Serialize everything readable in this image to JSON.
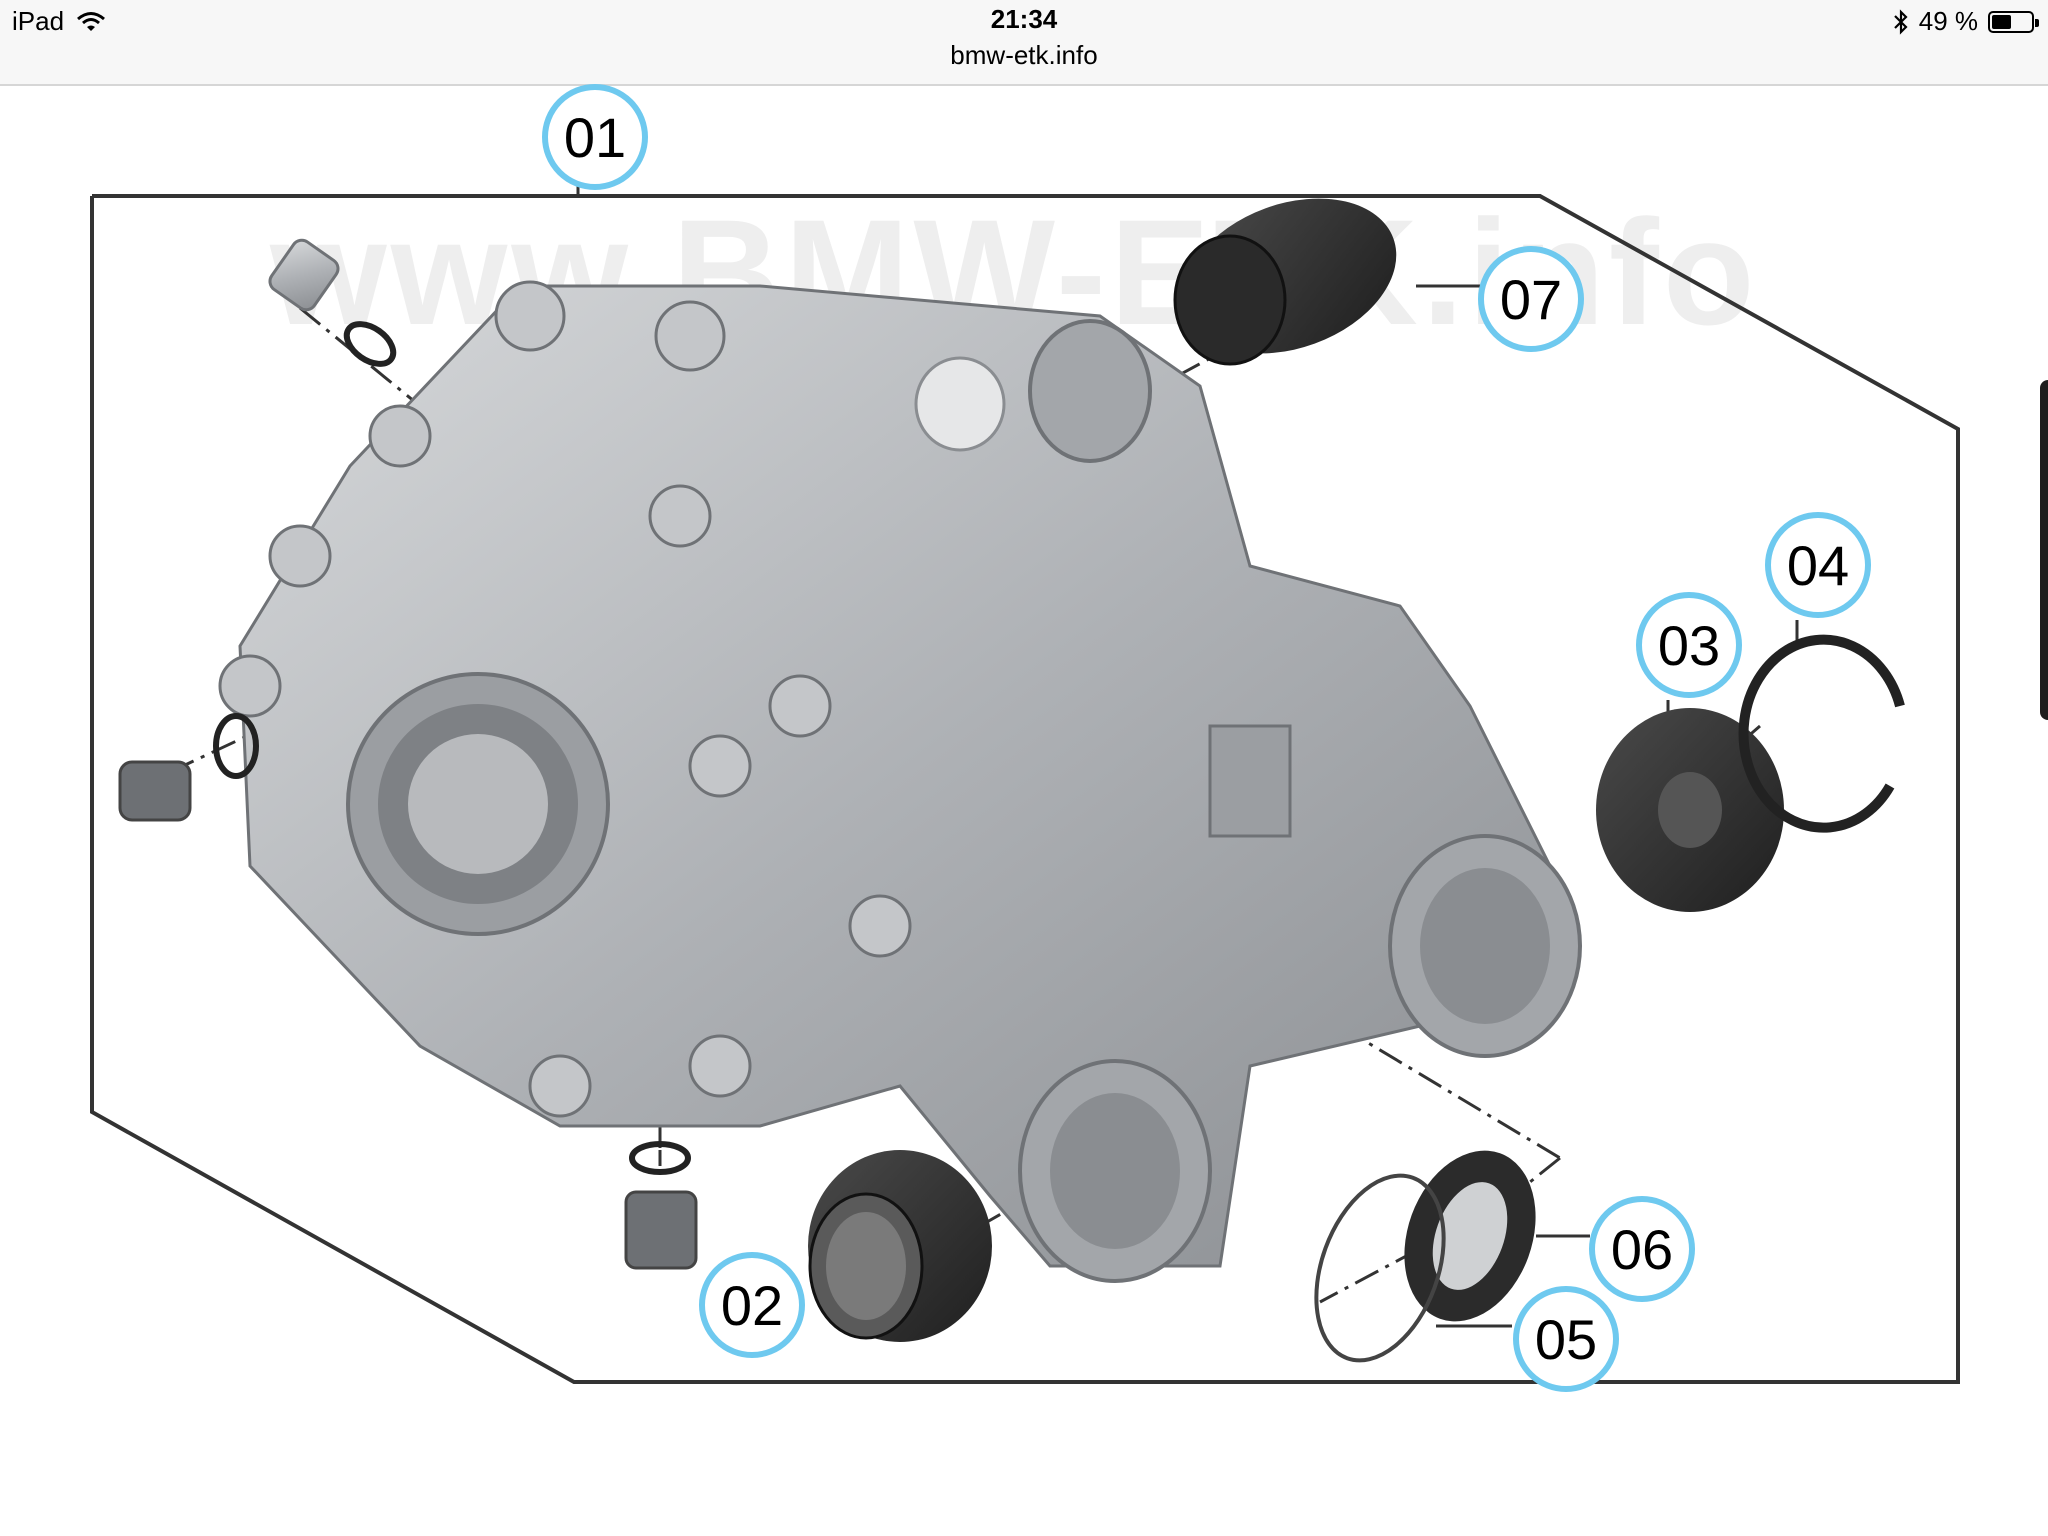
{
  "status_bar": {
    "device": "iPad",
    "time": "21:34",
    "url": "bmw-etk.info",
    "battery": "49 %",
    "battery_level": 0.49,
    "icons": [
      "wifi-icon",
      "bluetooth-icon",
      "battery-icon"
    ]
  },
  "diagram": {
    "watermark": "www.BMW-ETK.info",
    "callouts": [
      {
        "label": "01"
      },
      {
        "label": "02"
      },
      {
        "label": "03"
      },
      {
        "label": "04"
      },
      {
        "label": "05"
      },
      {
        "label": "06"
      },
      {
        "label": "07"
      }
    ]
  },
  "colors": {
    "callout_ring": "#6ec9ef",
    "metal": "#b5b7ba",
    "rubber": "#333333"
  }
}
